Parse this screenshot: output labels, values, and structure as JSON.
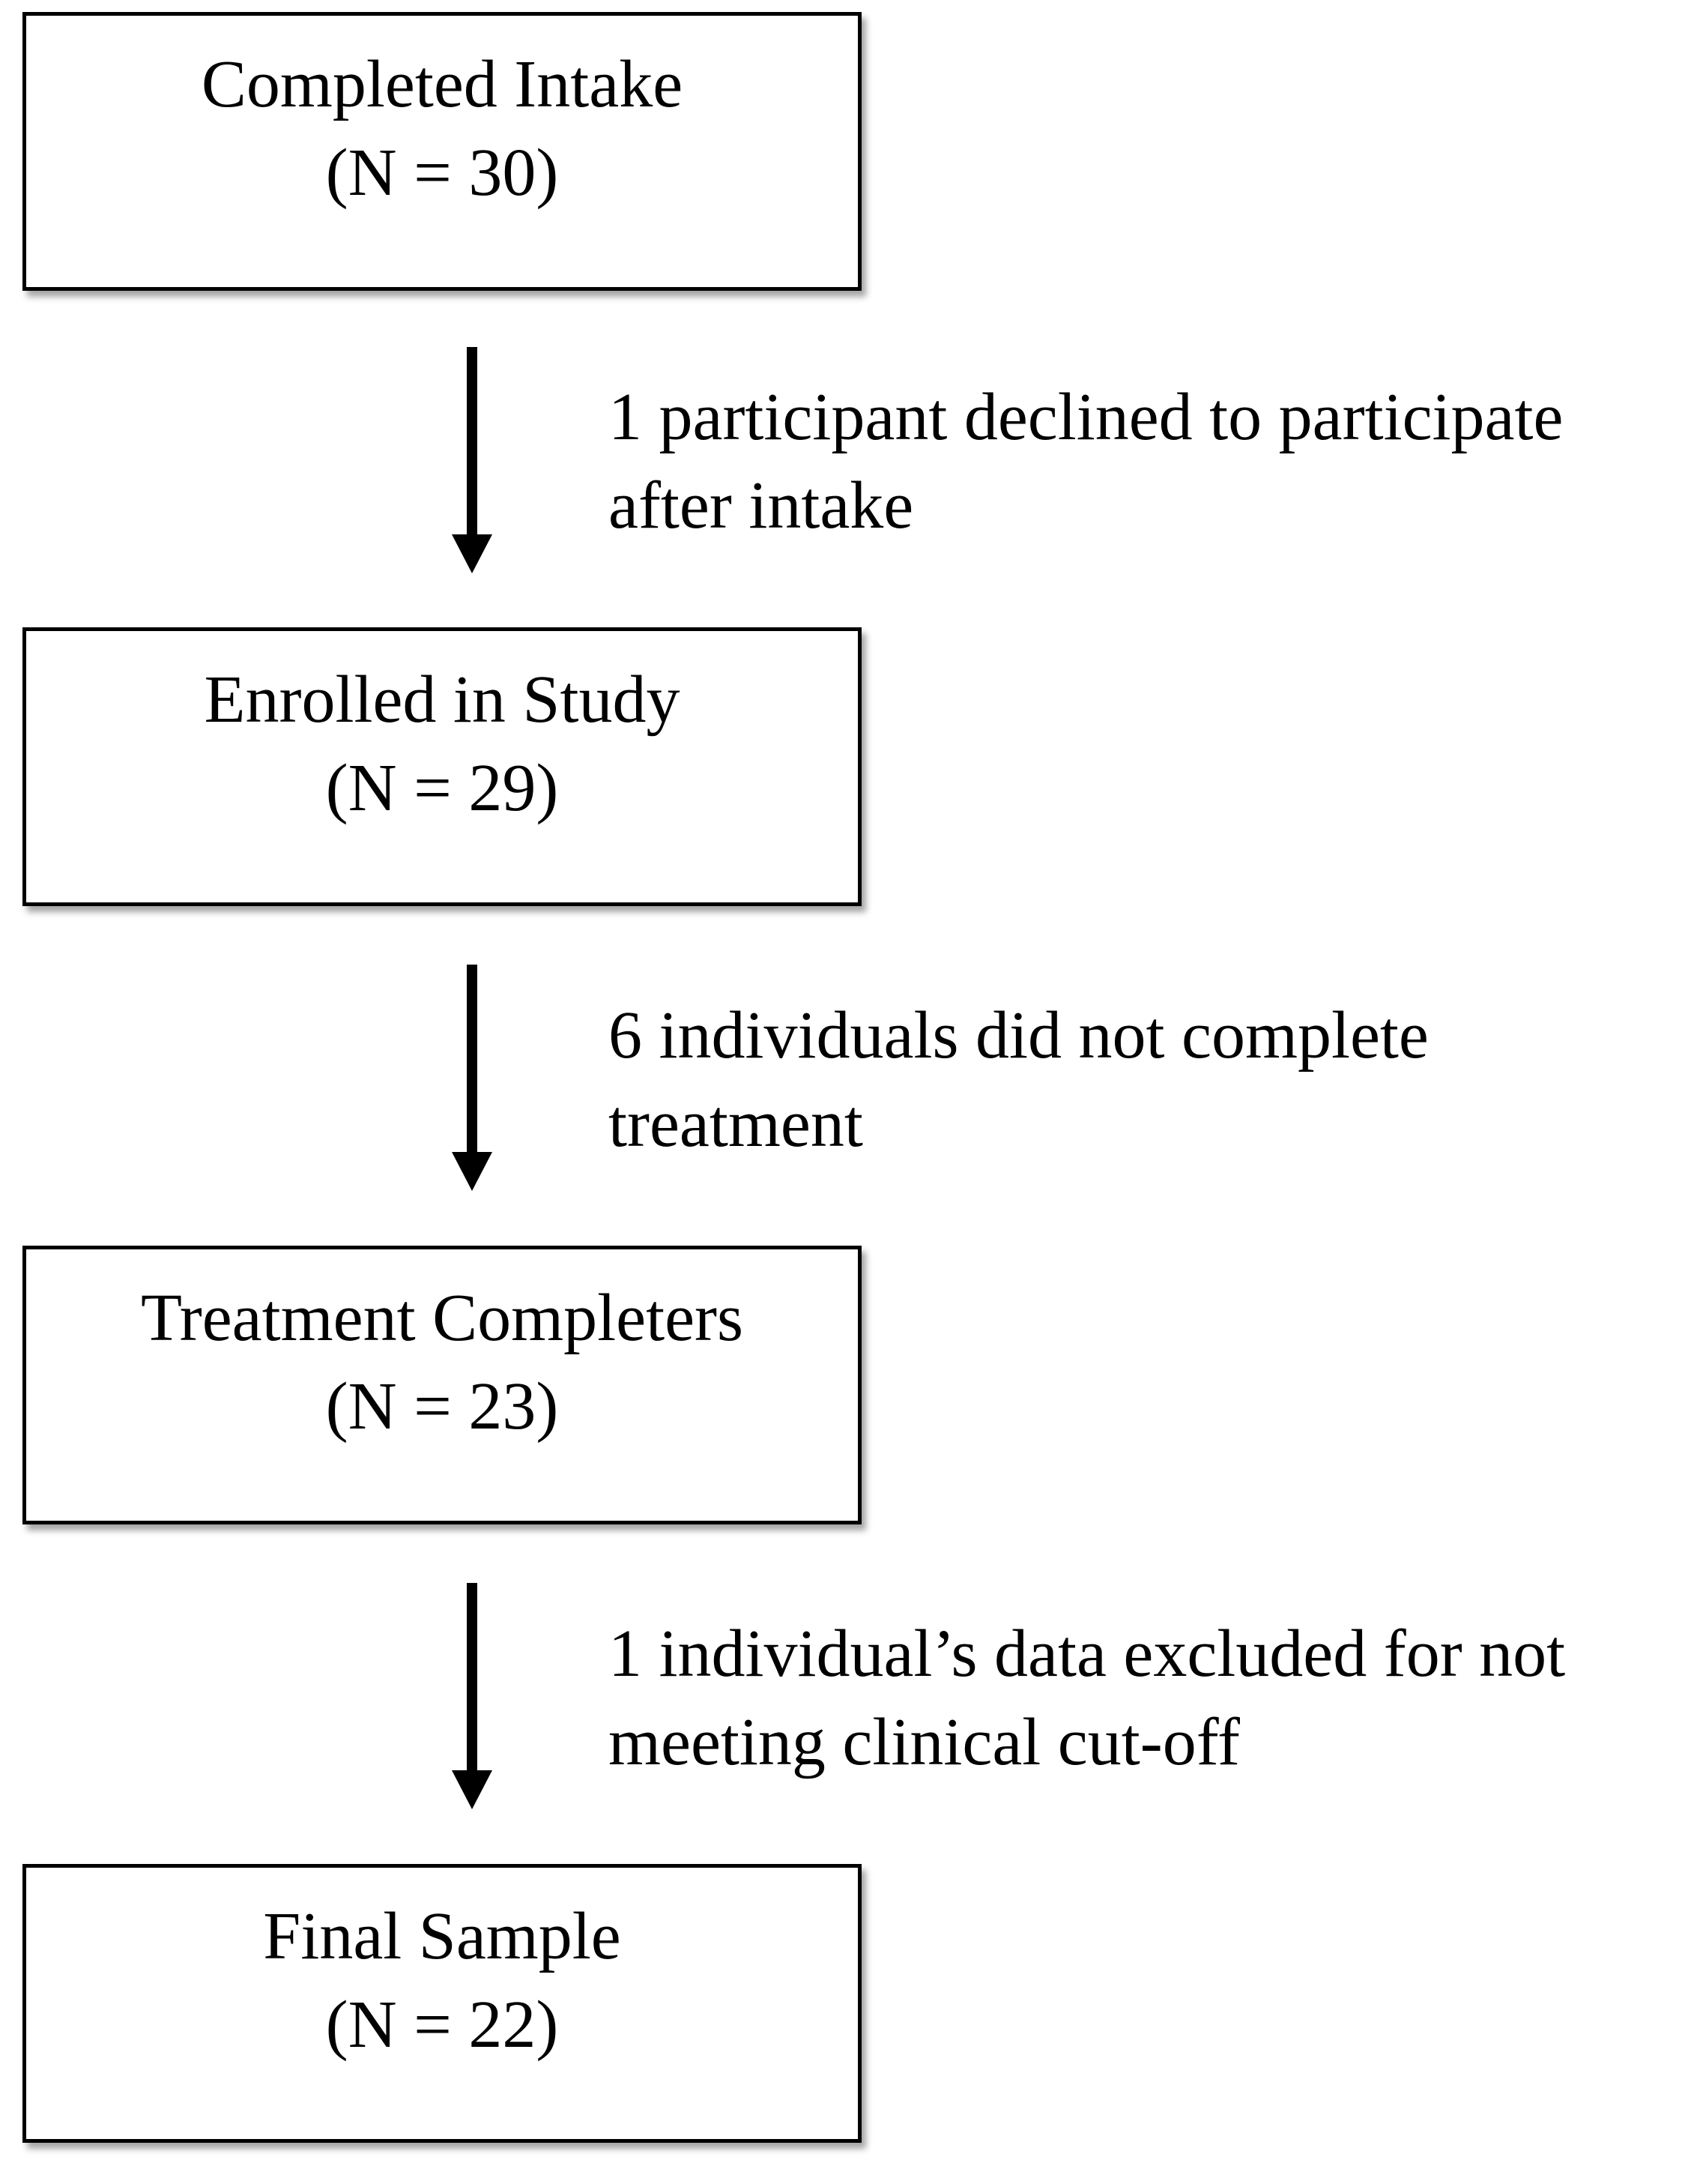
{
  "boxes": [
    {
      "title": "Completed Intake",
      "count": "(N = 30)"
    },
    {
      "title": "Enrolled in Study",
      "count": "(N = 29)"
    },
    {
      "title": "Treatment Completers",
      "count": "(N = 23)"
    },
    {
      "title": "Final Sample",
      "count": "(N = 22)"
    }
  ],
  "notes": [
    {
      "line1": "1 participant declined to participate",
      "line2": "after intake"
    },
    {
      "line1": "6 individuals did not complete",
      "line2": "treatment"
    },
    {
      "line1": "1 individual’s data excluded for not",
      "line2": "meeting clinical cut-off"
    }
  ]
}
